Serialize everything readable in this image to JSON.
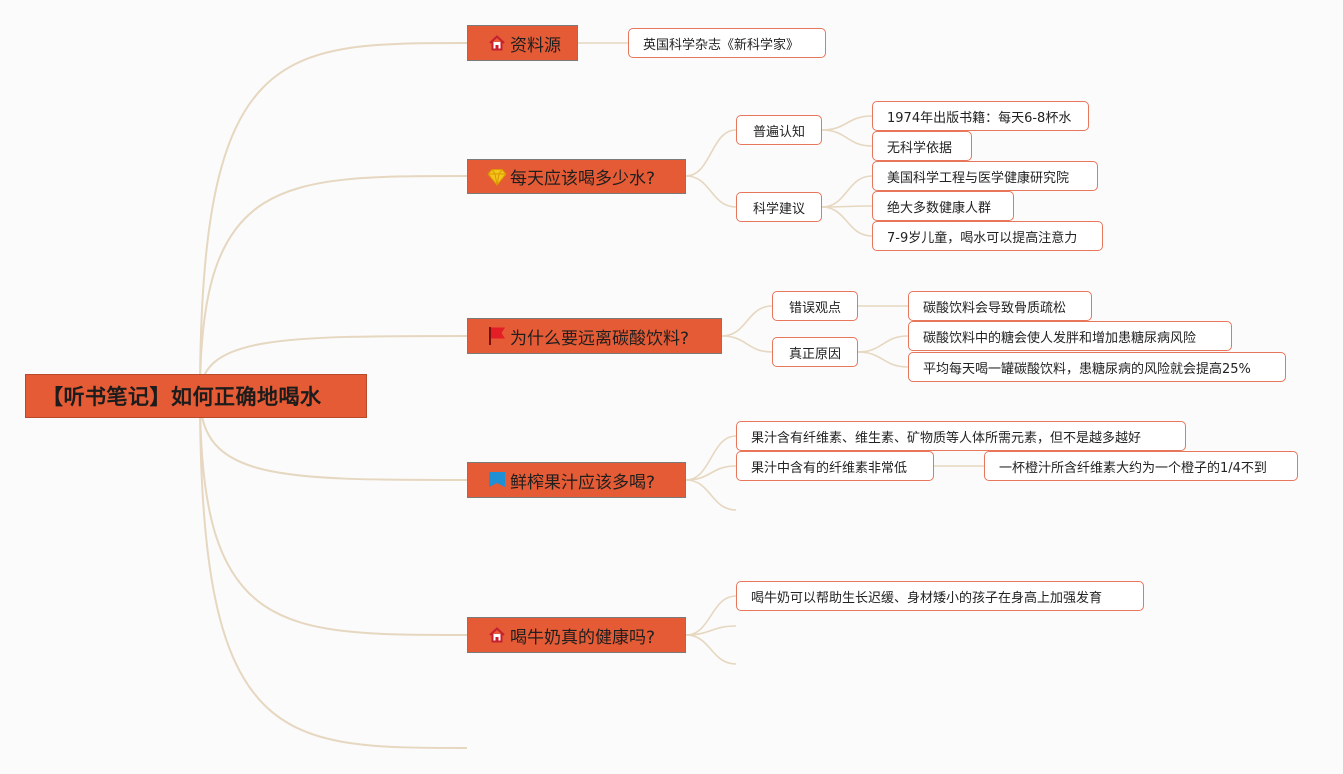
{
  "root": {
    "title": "【听书笔记】如何正确地喝水"
  },
  "branches": [
    {
      "label": "资料源",
      "icon": "house-icon",
      "leaves": [
        "英国科学杂志《新科学家》"
      ]
    },
    {
      "label": "每天应该喝多少水?",
      "icon": "diamond-icon",
      "subs": [
        {
          "label": "普遍认知",
          "leaves": [
            "1974年出版书籍：每天6-8杯水",
            "无科学依据"
          ]
        },
        {
          "label": "科学建议",
          "leaves": [
            "美国科学工程与医学健康研究院",
            "绝大多数健康人群",
            "7-9岁儿童，喝水可以提高注意力"
          ]
        }
      ]
    },
    {
      "label": "为什么要远离碳酸饮料?",
      "icon": "red-flag-icon",
      "subs": [
        {
          "label": "错误观点",
          "leaves": [
            "碳酸饮料会导致骨质疏松"
          ]
        },
        {
          "label": "真正原因",
          "leaves": [
            "碳酸饮料中的糖会使人发胖和增加患糖尿病风险",
            "平均每天喝一罐碳酸饮料，患糖尿病的风险就会提高25%"
          ]
        }
      ]
    },
    {
      "label": "鲜榨果汁应该多喝?",
      "icon": "blue-flag-icon",
      "subs": [
        {
          "label": "果汁含有纤维素、维生素、矿物质等人体所需元素，但不是越多越好"
        },
        {
          "label": "果汁中含有的纤维素非常低",
          "leaves": [
            "一杯橙汁所含纤维素大约为一个橙子的1/4不到"
          ]
        }
      ]
    },
    {
      "label": "喝牛奶真的健康吗?",
      "icon": "house-icon",
      "subs": [
        {
          "label": "喝牛奶可以帮助生长迟缓、身材矮小的孩子在身高上加强发育"
        }
      ]
    }
  ],
  "colors": {
    "node": "#e55b35",
    "line": "#e6d7c0",
    "leaf_border": "#e8765a",
    "background": "#fbfbfb"
  }
}
